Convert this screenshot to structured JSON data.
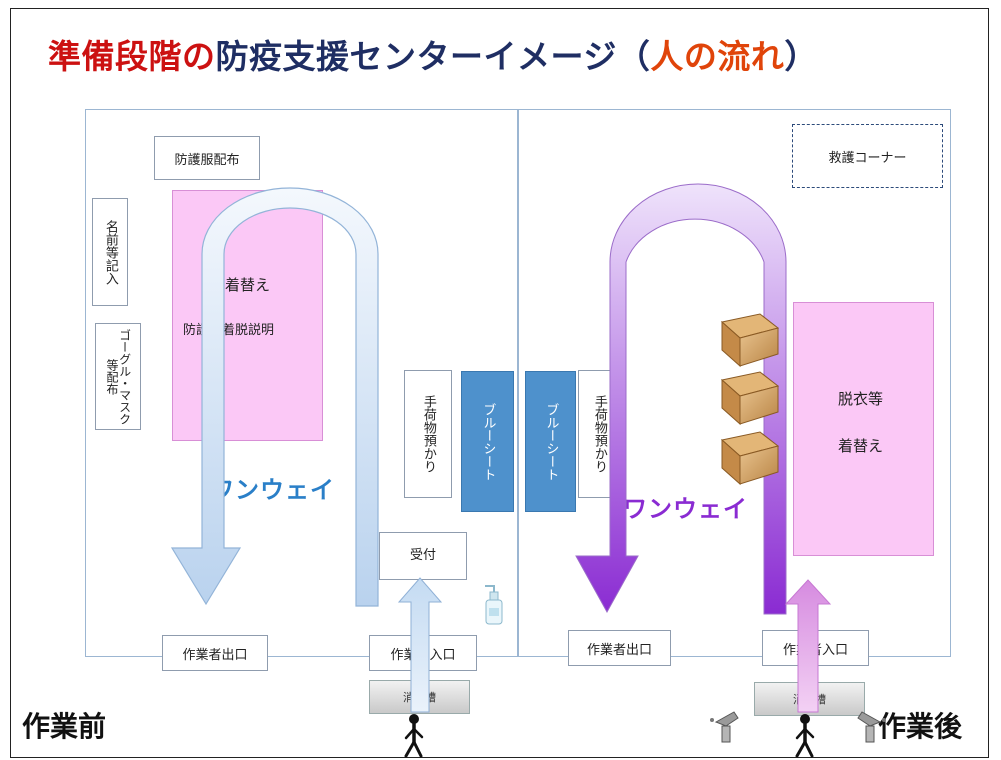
{
  "title": {
    "part1": "準備段階の",
    "part2": "防疫支援センターイメージ（",
    "part3": "人の流れ",
    "part4": "）"
  },
  "left_room": {
    "protective_wear_distribution": "防護服配布",
    "name_entry": "名前等記入",
    "goggles_mask": "ゴーグル・マスク等配布",
    "change_label": "着替え",
    "explanation_label": "防護服着脱説明",
    "luggage": "手荷物預かり",
    "blue_sheet": "ブルーシート",
    "oneway": "ワンウェイ",
    "reception": "受付",
    "exit_gate": "作業者出口",
    "entry_gate": "作業者入口",
    "disinfect": "消毒槽"
  },
  "right_room": {
    "rescue_corner": "救護コーナー",
    "blue_sheet": "ブルーシート",
    "luggage": "手荷物預かり",
    "undress_label": "脱衣等",
    "change_label": "着替え",
    "oneway": "ワンウェイ",
    "exit_gate": "作業者出口",
    "entry_gate": "作業者入口",
    "disinfect": "消毒槽"
  },
  "labels": {
    "before": "作業前",
    "after": "作業後"
  },
  "colors": {
    "title_red": "#cc1111",
    "title_navy": "#1f2e63",
    "title_orange": "#e0440a",
    "oneway_blue": "#2a7fc8",
    "oneway_purple": "#8a2bd2",
    "pink_area": "#fbc8f6",
    "blue_sheet": "#4e91cc"
  }
}
